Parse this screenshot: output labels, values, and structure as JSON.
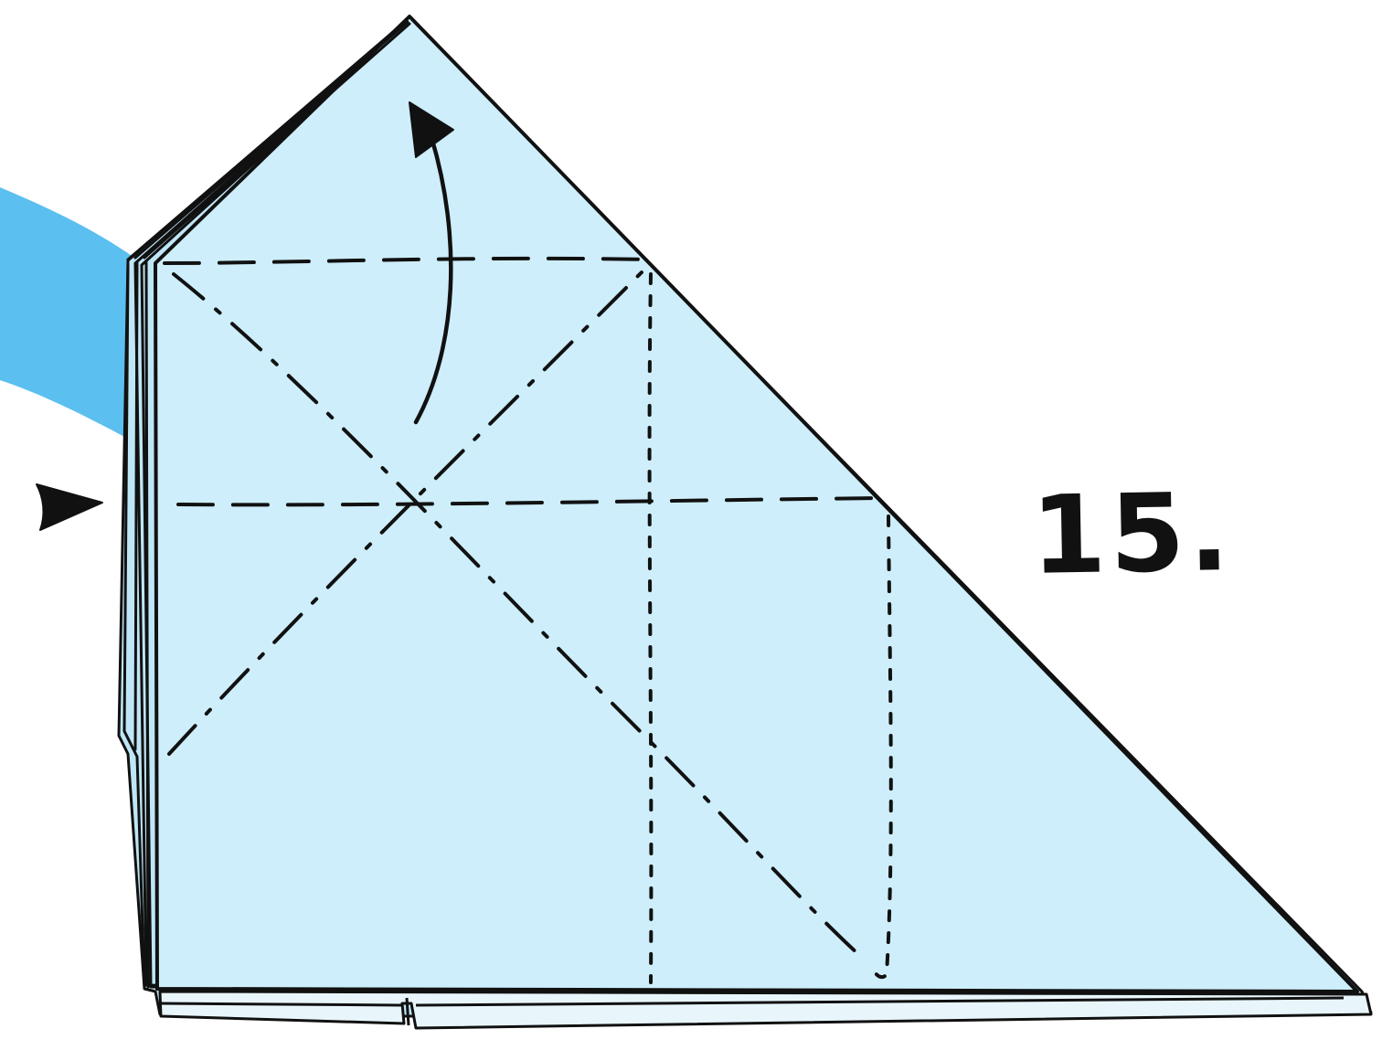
{
  "step": {
    "number_label": "15."
  },
  "colors": {
    "paper": "#cdeefa",
    "paper_edge_layers": "#bfe6f6",
    "swoosh": "#5bbff0",
    "ink": "#111111",
    "background": "#ffffff"
  },
  "line_styles": {
    "valley_fold": "dashed",
    "mountain_fold": "dash-dot",
    "existing_crease": "dotted"
  },
  "icons": {
    "fold_arrow": "curved-arrow-up-icon",
    "pointer": "right-pointer-triangle-icon"
  }
}
